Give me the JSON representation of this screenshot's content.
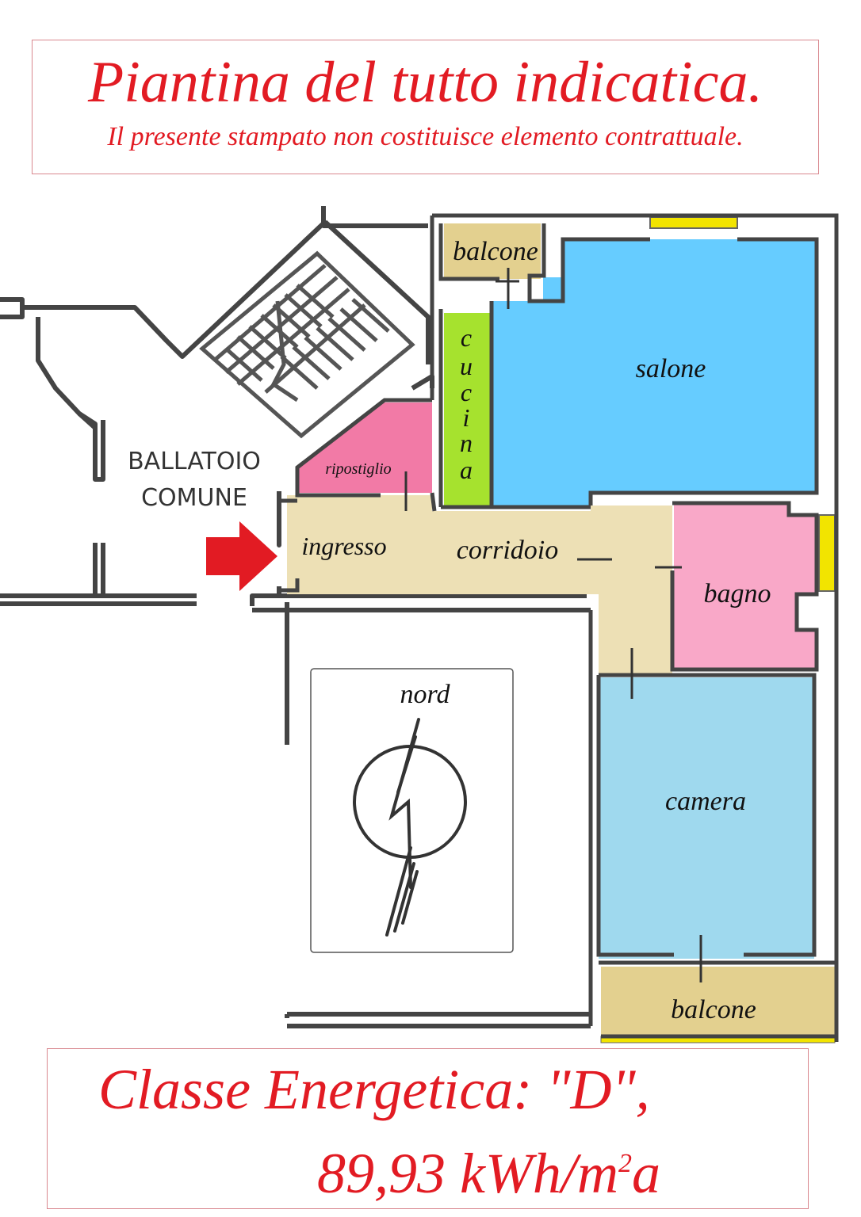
{
  "header": {
    "title": "Piantina del tutto indicatica.",
    "subtitle": "Il presente stampato non costituisce elemento contrattuale."
  },
  "plan": {
    "common_area": {
      "line1": "BALLATOIO",
      "line2": "COMUNE"
    },
    "rooms": {
      "balcone_top": "balcone",
      "cucina": [
        "c",
        "u",
        "c",
        "i",
        "n",
        "a"
      ],
      "salone": "salone",
      "ripostiglio": "ripostiglio",
      "ingresso": "ingresso",
      "corridoio": "corridoio",
      "bagno": "bagno",
      "camera": "camera",
      "balcone_bottom": "balcone"
    },
    "compass_label": "nord"
  },
  "energy": {
    "line1": "Classe Energetica: \"D\",",
    "value": "89,93 kWh/m",
    "superscript": "2",
    "suffix": "a"
  },
  "colors": {
    "accent_red": "#e21b23",
    "salone": "#66ccff",
    "cucina": "#a6e22e",
    "ripostiglio": "#f27aa6",
    "bagno": "#f9a8c8",
    "camera": "#9fd9ee",
    "corridor": "#ede0b5",
    "balcone": "#e3d08f",
    "window": "#f2e400"
  }
}
